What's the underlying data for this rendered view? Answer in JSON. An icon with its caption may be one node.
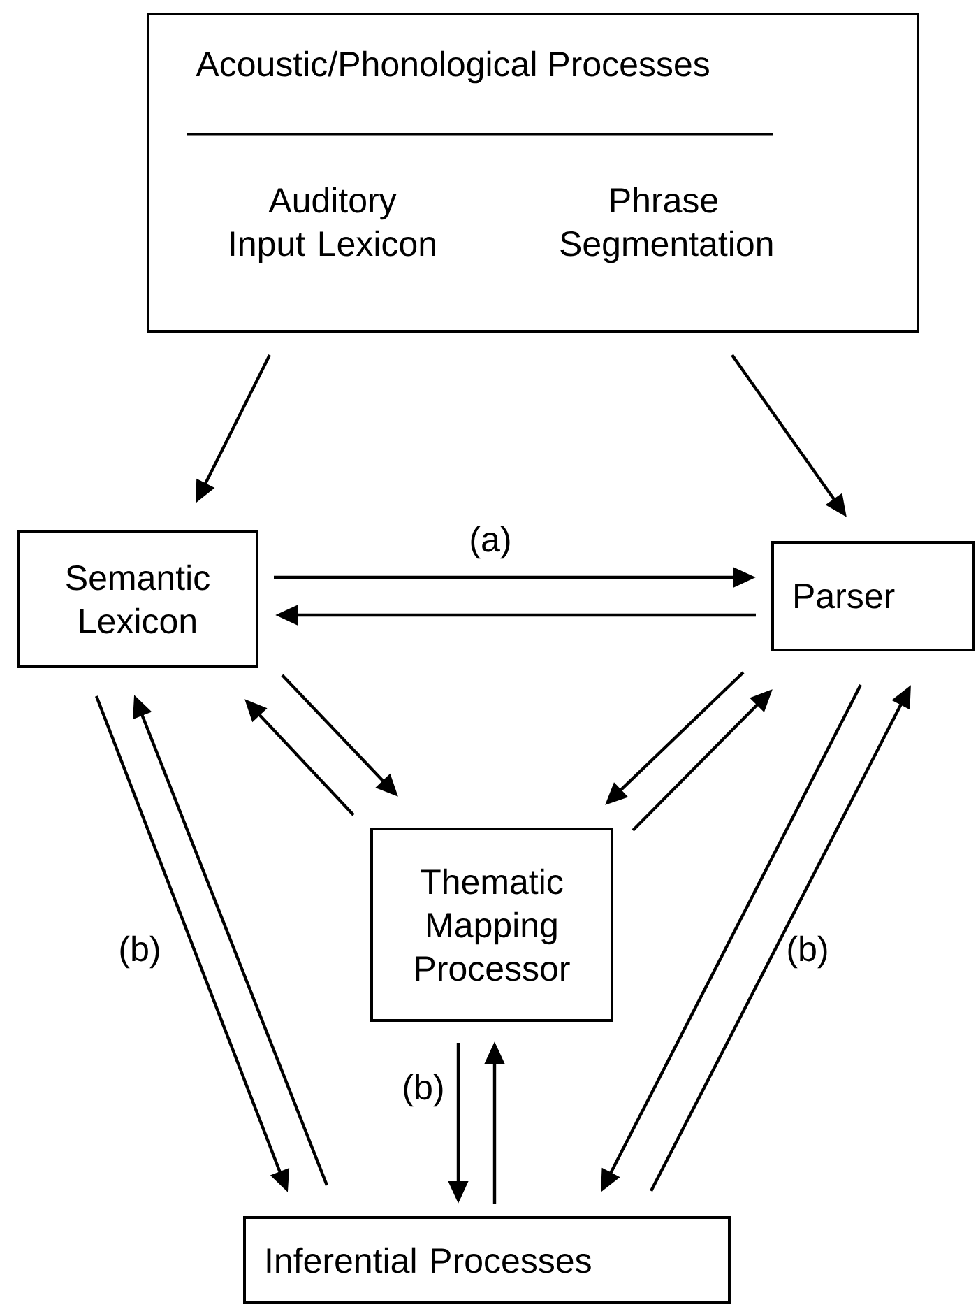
{
  "diagram": {
    "nodes": [
      {
        "text": [
          "Acoustic/Phonological Processes",
          "Auditory Input Lexicon",
          "Phrase Segmentation"
        ]
      },
      {
        "text": [
          "Semantic Lexicon"
        ]
      },
      {
        "text": [
          "Parser"
        ]
      },
      {
        "text": [
          "Thematic Mapping Processor"
        ]
      },
      {
        "text": [
          "Inferential Processes"
        ]
      }
    ],
    "edges": [
      {
        "from": 0,
        "to": 1,
        "arrow": "to"
      },
      {
        "from": 0,
        "to": 2,
        "arrow": "to"
      },
      {
        "from": 1,
        "to": 2,
        "arrow": "to",
        "label": "(a)"
      },
      {
        "from": 2,
        "to": 1,
        "arrow": "to"
      },
      {
        "from": 1,
        "to": 3,
        "arrow": "to"
      },
      {
        "from": 3,
        "to": 1,
        "arrow": "to"
      },
      {
        "from": 2,
        "to": 3,
        "arrow": "to"
      },
      {
        "from": 3,
        "to": 2,
        "arrow": "to"
      },
      {
        "from": 1,
        "to": 4,
        "arrow": "to",
        "label": "(b)"
      },
      {
        "from": 4,
        "to": 1,
        "arrow": "to"
      },
      {
        "from": 3,
        "to": 4,
        "arrow": "to",
        "label": "(b)"
      },
      {
        "from": 4,
        "to": 3,
        "arrow": "to"
      },
      {
        "from": 2,
        "to": 4,
        "arrow": "to"
      },
      {
        "from": 4,
        "to": 2,
        "arrow": "to",
        "label": "(b)"
      }
    ]
  }
}
